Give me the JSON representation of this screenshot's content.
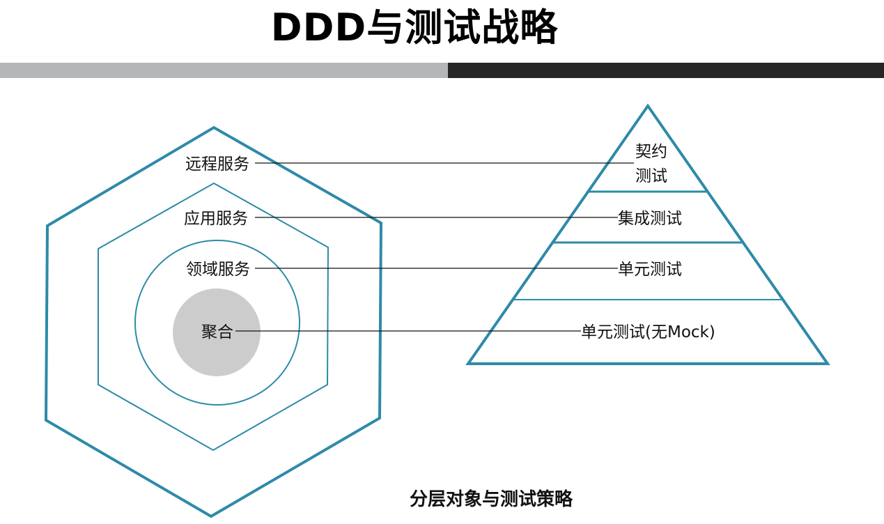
{
  "title": "DDD与测试战略",
  "colors": {
    "accent": "#2e8aa8",
    "bar_left": "#b3b7ba",
    "bar_right": "#262626",
    "aggregate_fill": "#cccccc",
    "connector": "#111111"
  },
  "hexagon_layers": {
    "remote_service": "远程服务",
    "application_service": "应用服务",
    "domain_service": "领域服务",
    "aggregate": "聚合"
  },
  "pyramid_layers": {
    "contract_test_line1": "契约",
    "contract_test_line2": "测试",
    "integration_test": "集成测试",
    "unit_test": "单元测试",
    "unit_test_no_mock": "单元测试(无Mock)"
  },
  "caption": "分层对象与测试策略"
}
